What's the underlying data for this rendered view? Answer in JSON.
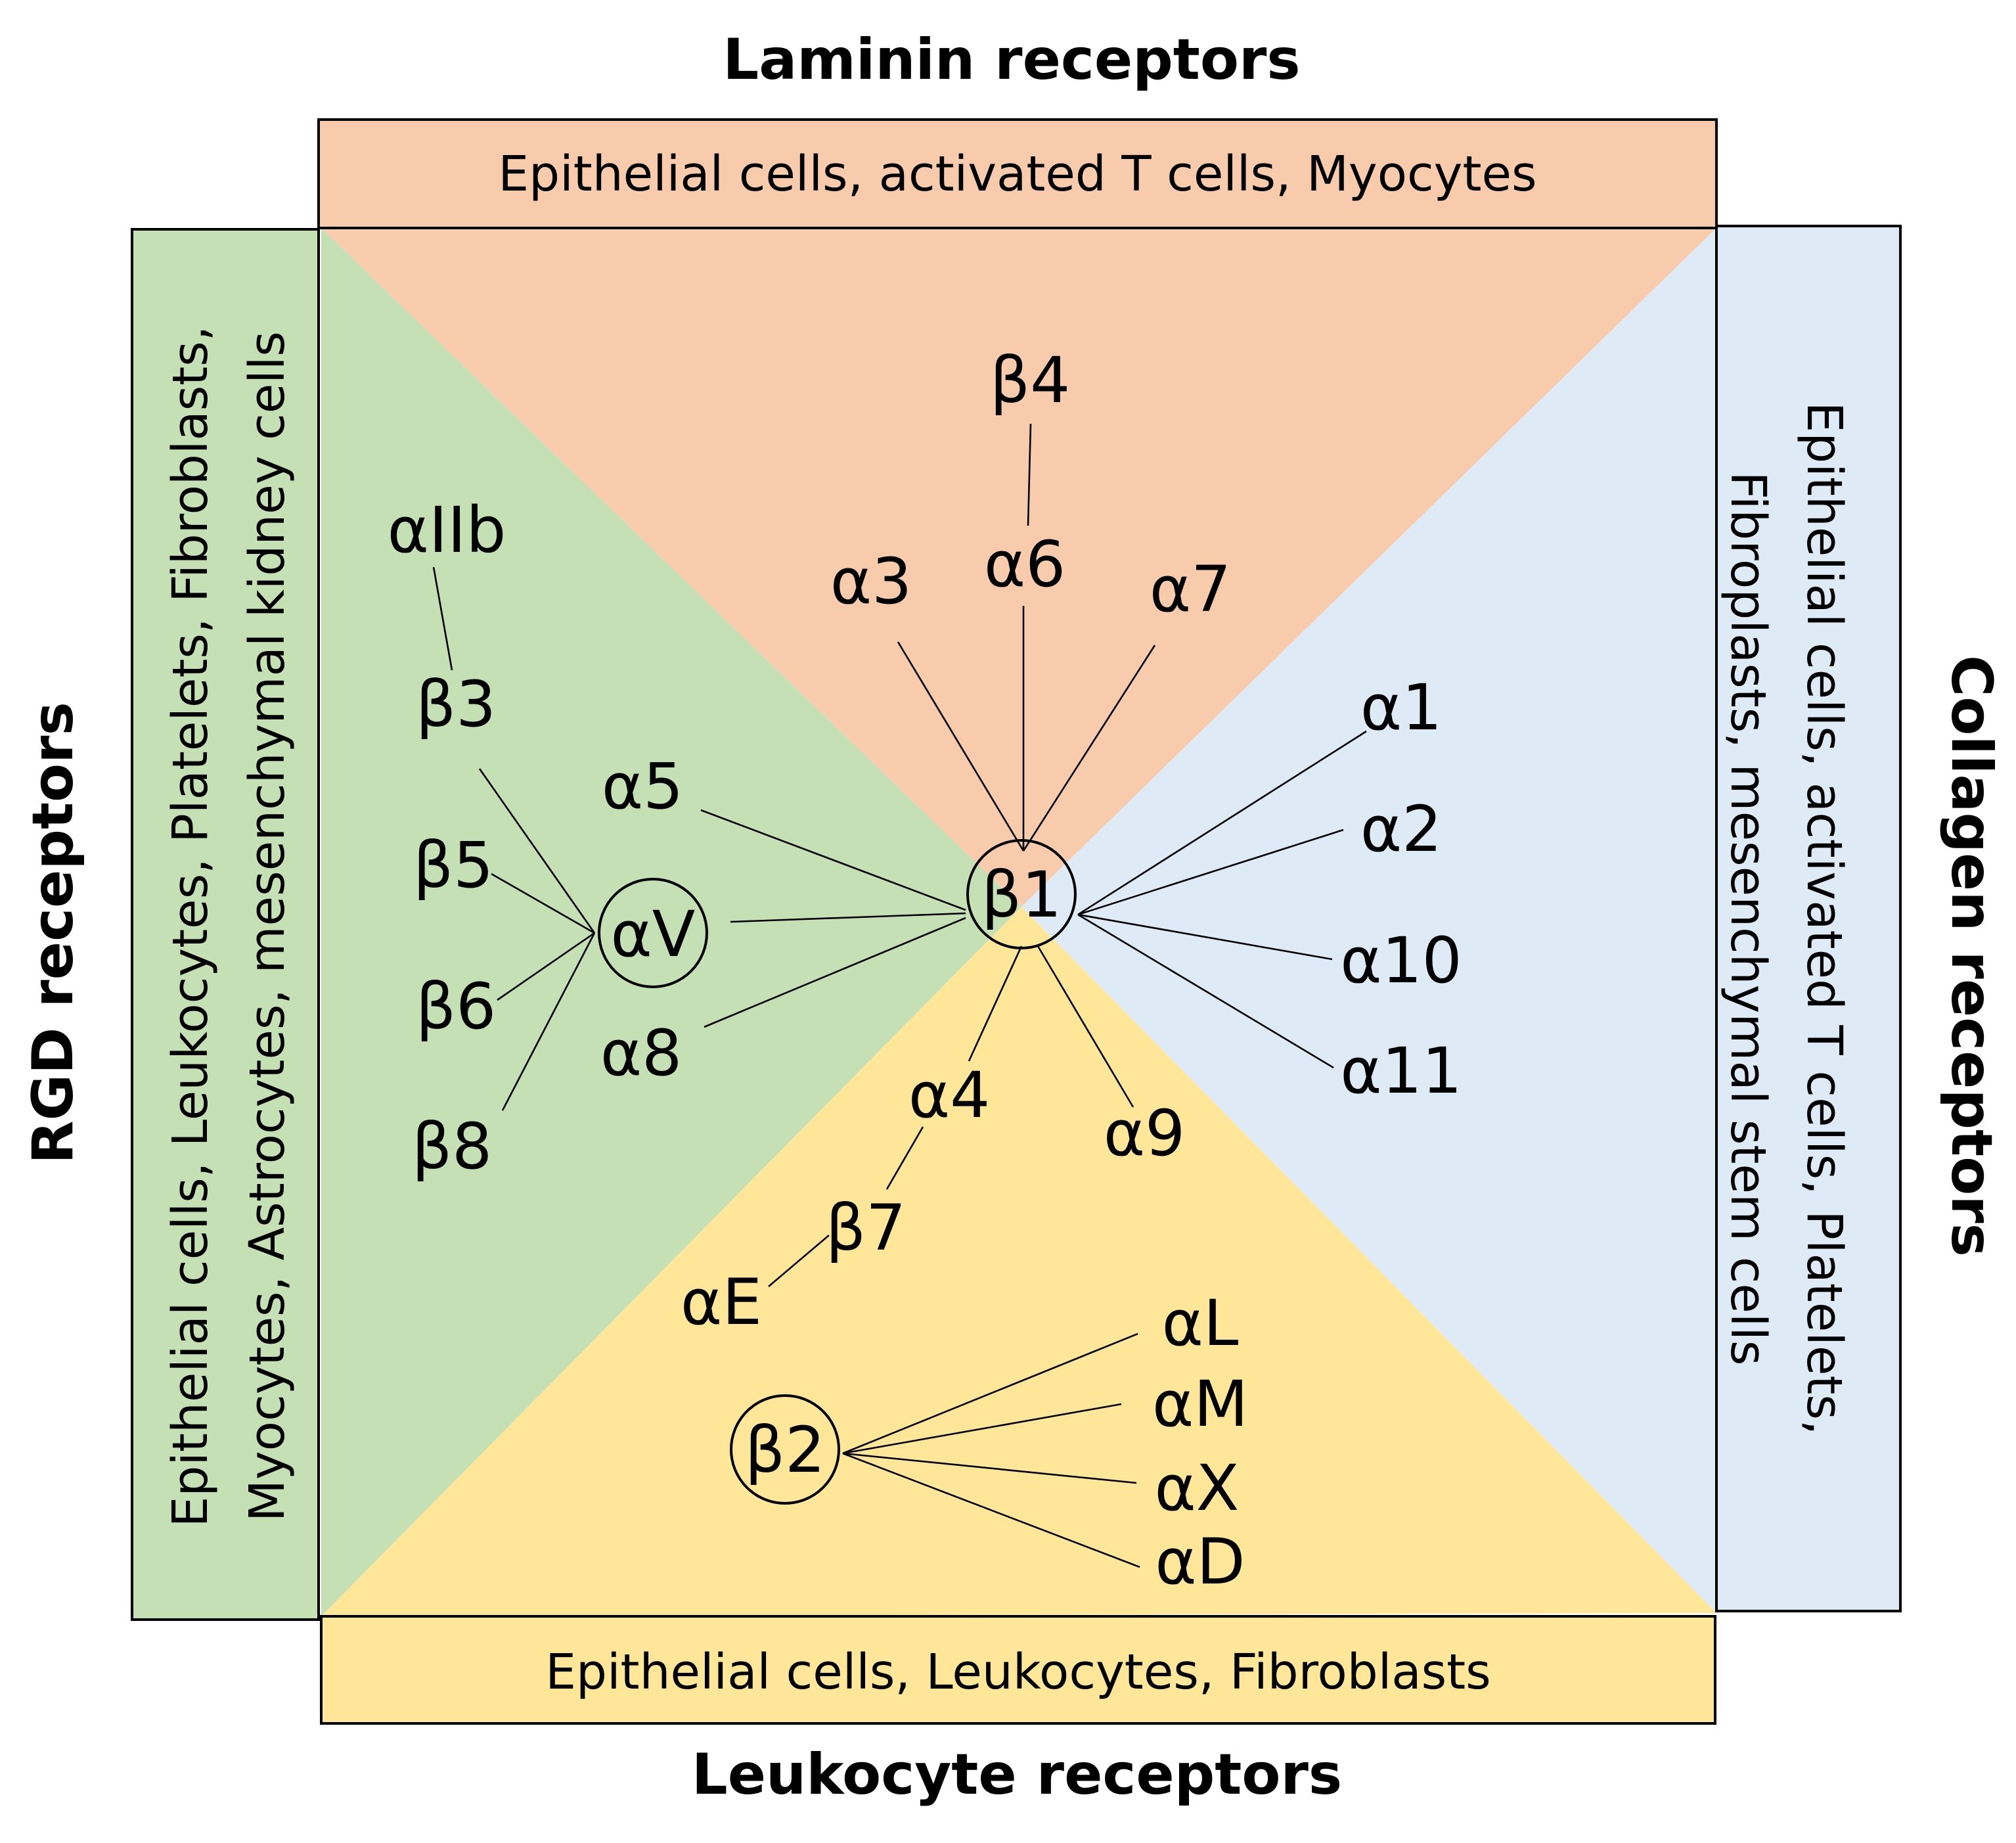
{
  "colors": {
    "laminin": "#F8CBAD",
    "collagen": "#DEEBF7",
    "leukocyte": "#FFE699",
    "rgd": "#C5E0B4"
  },
  "sections": {
    "top": {
      "title": "Laminin receptors",
      "cells": [
        "Epithelial cells, activated T cells, Myocytes"
      ]
    },
    "bottom": {
      "title": "Leukocyte receptors",
      "cells": [
        "Epithelial cells, Leukocytes, Fibroblasts"
      ]
    },
    "left": {
      "title": "RGD receptors",
      "cells": [
        "Epithelial cells, Leukocytes, Platelets, Fibroblasts,",
        "Myocytes, Astrocytes, mesenchymal kidney cells"
      ]
    },
    "right": {
      "title": "Collagen receptors",
      "cells": [
        "Epithelial cells, activated T cells, Platelets,",
        "Fibroplasts, mesenchymal stem cells"
      ]
    }
  },
  "hubs": {
    "b1": "β1",
    "aV": "αV",
    "b2": "β2"
  },
  "subunits": {
    "b4": "β4",
    "a3": "α3",
    "a6": "α6",
    "a7": "α7",
    "a1": "α1",
    "a2": "α2",
    "a10": "α10",
    "a11": "α11",
    "a5": "α5",
    "a8": "α8",
    "a4": "α4",
    "a9": "α9",
    "b7": "β7",
    "aE": "αE",
    "aIIb": "αIIb",
    "b3": "β3",
    "b5": "β5",
    "b6": "β6",
    "b8": "β8",
    "aL": "αL",
    "aM": "αM",
    "aX": "αX",
    "aD": "αD"
  }
}
